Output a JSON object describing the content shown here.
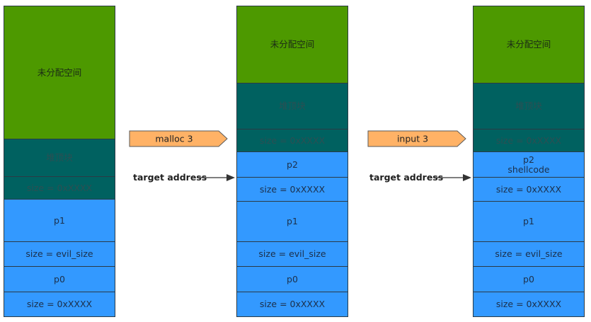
{
  "colors": {
    "unalloc": "#4d9900",
    "top": "#006160",
    "chunk": "#3399ff",
    "arrow_fill": "#ffb266"
  },
  "columns": [
    {
      "blocks": [
        {
          "text": "未分配空间",
          "kind": "unalloc"
        },
        {
          "text": "堆顶块",
          "kind": "top"
        },
        {
          "text": "size = 0xXXXX",
          "kind": "top"
        },
        {
          "text": "p1",
          "kind": "chunk"
        },
        {
          "text": "size = evil_size",
          "kind": "chunk"
        },
        {
          "text": "p0",
          "kind": "chunk"
        },
        {
          "text": "size = 0xXXXX",
          "kind": "chunk"
        }
      ]
    },
    {
      "blocks": [
        {
          "text": "未分配空间",
          "kind": "unalloc"
        },
        {
          "text": "堆顶块",
          "kind": "top"
        },
        {
          "text": "size = 0xXXXX",
          "kind": "top"
        },
        {
          "text": "p2",
          "kind": "chunk"
        },
        {
          "text": "size = 0xXXXX",
          "kind": "chunk"
        },
        {
          "text": "p1",
          "kind": "chunk"
        },
        {
          "text": "size = evil_size",
          "kind": "chunk"
        },
        {
          "text": "p0",
          "kind": "chunk"
        },
        {
          "text": "size = 0xXXXX",
          "kind": "chunk"
        }
      ]
    },
    {
      "blocks": [
        {
          "text": "未分配空间",
          "kind": "unalloc"
        },
        {
          "text": "堆顶块",
          "kind": "top"
        },
        {
          "text": "size = 0xXXXX",
          "kind": "top"
        },
        {
          "text": "p2",
          "subtext": "shellcode",
          "kind": "chunk"
        },
        {
          "text": "size = 0xXXXX",
          "kind": "chunk"
        },
        {
          "text": "p1",
          "kind": "chunk"
        },
        {
          "text": "size = evil_size",
          "kind": "chunk"
        },
        {
          "text": "p0",
          "kind": "chunk"
        },
        {
          "text": "size = 0xXXXX",
          "kind": "chunk"
        }
      ]
    }
  ],
  "steps": [
    {
      "label": "malloc 3"
    },
    {
      "label": "input 3"
    }
  ],
  "pointers": [
    {
      "label": "target address"
    },
    {
      "label": "target address"
    }
  ]
}
